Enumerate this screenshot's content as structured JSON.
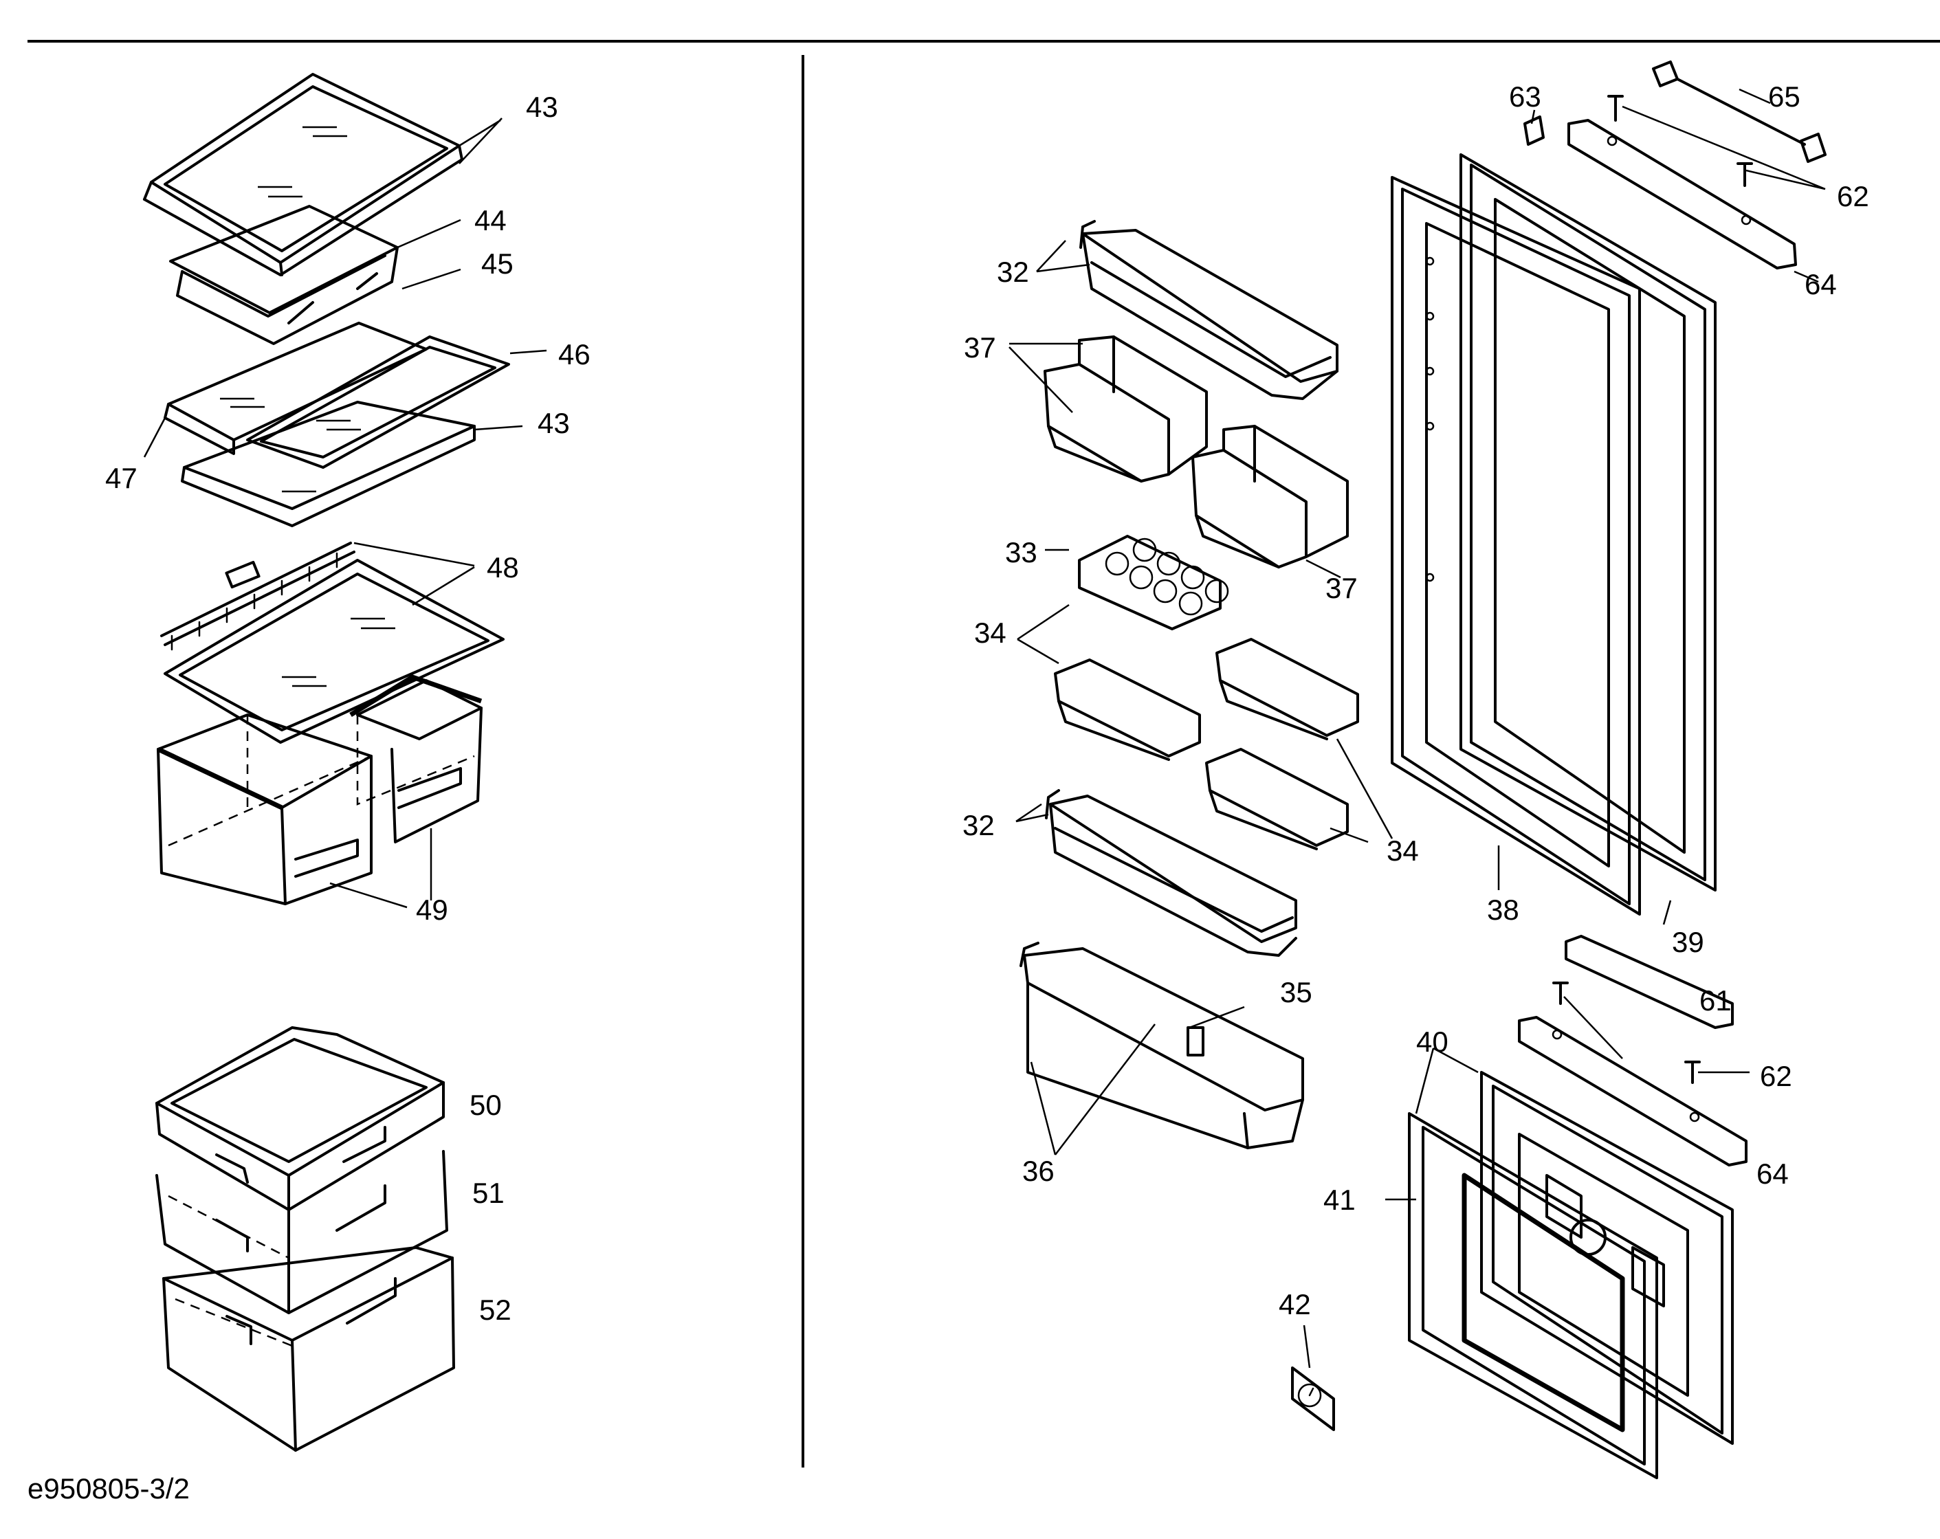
{
  "document_code": "e950805-3/2",
  "callouts": {
    "c43a": "43",
    "c44": "44",
    "c45": "45",
    "c46": "46",
    "c43b": "43",
    "c47": "47",
    "c48": "48",
    "c49": "49",
    "c50": "50",
    "c51": "51",
    "c52": "52",
    "c63": "63",
    "c65": "65",
    "c62a": "62",
    "c64a": "64",
    "c32a": "32",
    "c37a": "37",
    "c37b": "37",
    "c33": "33",
    "c34a": "34",
    "c34b": "34",
    "c32b": "32",
    "c35": "35",
    "c36": "36",
    "c38": "38",
    "c39": "39",
    "c61": "61",
    "c62b": "62",
    "c40": "40",
    "c64b": "64",
    "c41": "41",
    "c42": "42"
  }
}
